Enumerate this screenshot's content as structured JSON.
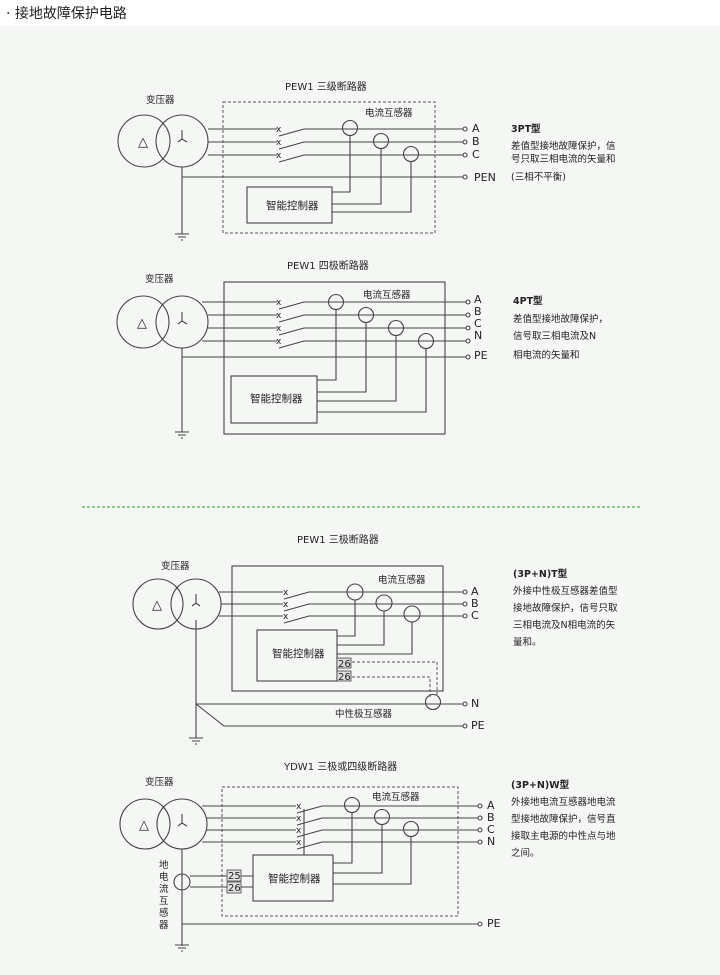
{
  "page": {
    "title": "· 接地故障保护电路"
  },
  "colors": {
    "background": "#f5f7f5",
    "separator": "#22aa22",
    "wire": "#444444"
  },
  "diagrams": [
    {
      "title": "PEW1  三级断路器",
      "transformer_label": "变压器",
      "ct_label": "电流互感器",
      "controller_label": "智能控制器",
      "terminals": [
        "A",
        "B",
        "C",
        "PEN"
      ],
      "desc_title": "3PT型",
      "desc_lines": [
        "差值型接地故障保护，信",
        "号只取三相电流的矢量和",
        "(三相不平衡)"
      ]
    },
    {
      "title": "PEW1  四极断路器",
      "transformer_label": "变压器",
      "ct_label": "电流互感器",
      "controller_label": "智能控制器",
      "terminals": [
        "A",
        "B",
        "C",
        "N",
        "PE"
      ],
      "desc_title": "4PT型",
      "desc_lines": [
        "差值型接地故障保护，",
        "信号取三相电流及N",
        "相电流的矢量和"
      ]
    },
    {
      "title": "PEW1  三极断路器",
      "transformer_label": "变压器",
      "ct_label": "电流互感器",
      "controller_label": "智能控制器",
      "neutral_ct_label": "中性极互感器",
      "pins": [
        "26",
        "26"
      ],
      "terminals": [
        "A",
        "B",
        "C",
        "N",
        "PE"
      ],
      "desc_title": "(3P+N)T型",
      "desc_lines": [
        "外接中性极互感器差值型",
        "接地故障保护，信号只取",
        "三相电流及N相电流的矢",
        "量和。"
      ]
    },
    {
      "title": "YDW1  三极或四级断路器",
      "transformer_label": "变压器",
      "ct_label": "电流互感器",
      "controller_label": "智能控制器",
      "earth_ct_label": [
        "地",
        "电",
        "流",
        "互",
        "感",
        "器"
      ],
      "pins": [
        "25",
        "26"
      ],
      "terminals": [
        "A",
        "B",
        "C",
        "N",
        "PE"
      ],
      "desc_title": "(3P+N)W型",
      "desc_lines": [
        "外接地电流互感器地电流",
        "型接地故障保护，信号直",
        "接取主电源的中性点与地",
        "之间。"
      ]
    }
  ],
  "symbols": {
    "delta": "△",
    "wye": "人",
    "breaker": "x"
  }
}
